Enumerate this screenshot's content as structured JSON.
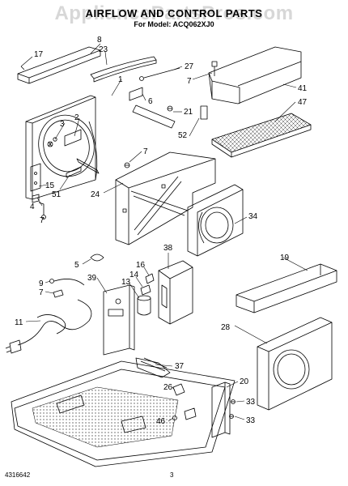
{
  "header": {
    "title": "AIRFLOW AND CONTROL PARTS",
    "model_line": "For Model: ACQ062XJ0",
    "watermark": "AppliancePartsPros.com"
  },
  "footer": {
    "doc_number": "4316642",
    "page_number": "3"
  },
  "callouts": [
    "17",
    "8",
    "23",
    "27",
    "7",
    "41",
    "47",
    "1",
    "6",
    "21",
    "52",
    "3",
    "2",
    "7",
    "51",
    "15",
    "24",
    "4",
    "7",
    "34",
    "38",
    "5",
    "16",
    "14",
    "13",
    "19",
    "9",
    "7",
    "39",
    "11",
    "28",
    "20",
    "37",
    "26",
    "33",
    "46",
    "33"
  ]
}
